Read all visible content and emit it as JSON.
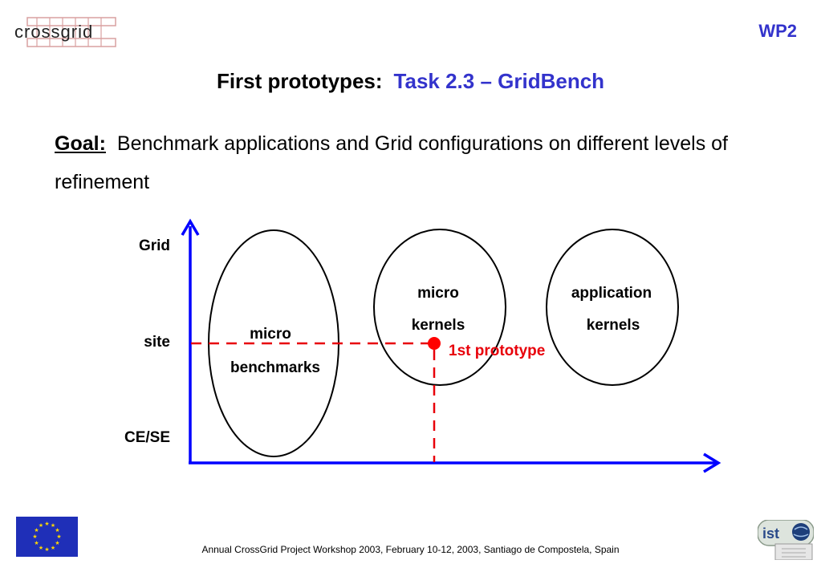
{
  "header": {
    "logo_text": "crossgrid",
    "tag": "WP2"
  },
  "title": {
    "part1": "First prototypes:",
    "part2": "Task 2.3 – GridBench"
  },
  "goal": {
    "label": "Goal:",
    "text": "Benchmark applications and Grid configurations on different levels of refinement"
  },
  "diagram": {
    "y_levels": [
      "Grid",
      "site",
      "CE/SE"
    ],
    "ellipses": [
      {
        "line1": "micro",
        "line2": "benchmarks"
      },
      {
        "line1": "micro",
        "line2": "kernels"
      },
      {
        "line1": "application",
        "line2": "kernels"
      }
    ],
    "marker_label": "1st prototype",
    "colors": {
      "axis": "#0000ff",
      "marker": "#ff0000",
      "marker_text": "#e8000a"
    }
  },
  "footer": {
    "text": "Annual CrossGrid Project Workshop 2003, February 10-12, 2003, Santiago de Compostela, Spain"
  },
  "logos": {
    "ist_text": "ist"
  }
}
